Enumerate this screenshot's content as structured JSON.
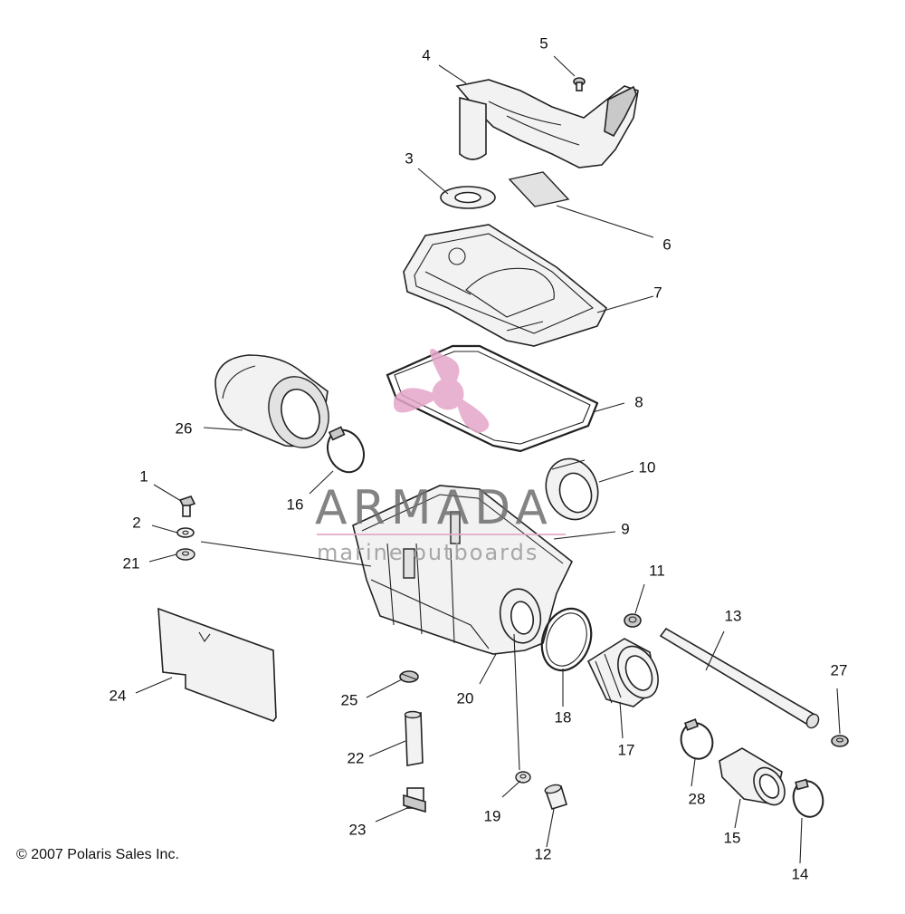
{
  "diagram": {
    "callouts": [
      "1",
      "2",
      "3",
      "4",
      "5",
      "6",
      "7",
      "8",
      "9",
      "10",
      "11",
      "12",
      "13",
      "14",
      "15",
      "16",
      "17",
      "18",
      "19",
      "20",
      "21",
      "22",
      "23",
      "24",
      "25",
      "26",
      "27",
      "28"
    ],
    "copyright": "© 2007 Polaris Sales Inc."
  },
  "watermark": {
    "brand": "ARMADA",
    "tagline": "marine outboards",
    "color": "#e4a6c8"
  },
  "colors": {
    "line": "#222222",
    "part_fill": "#f2f2f2",
    "background": "#ffffff"
  }
}
